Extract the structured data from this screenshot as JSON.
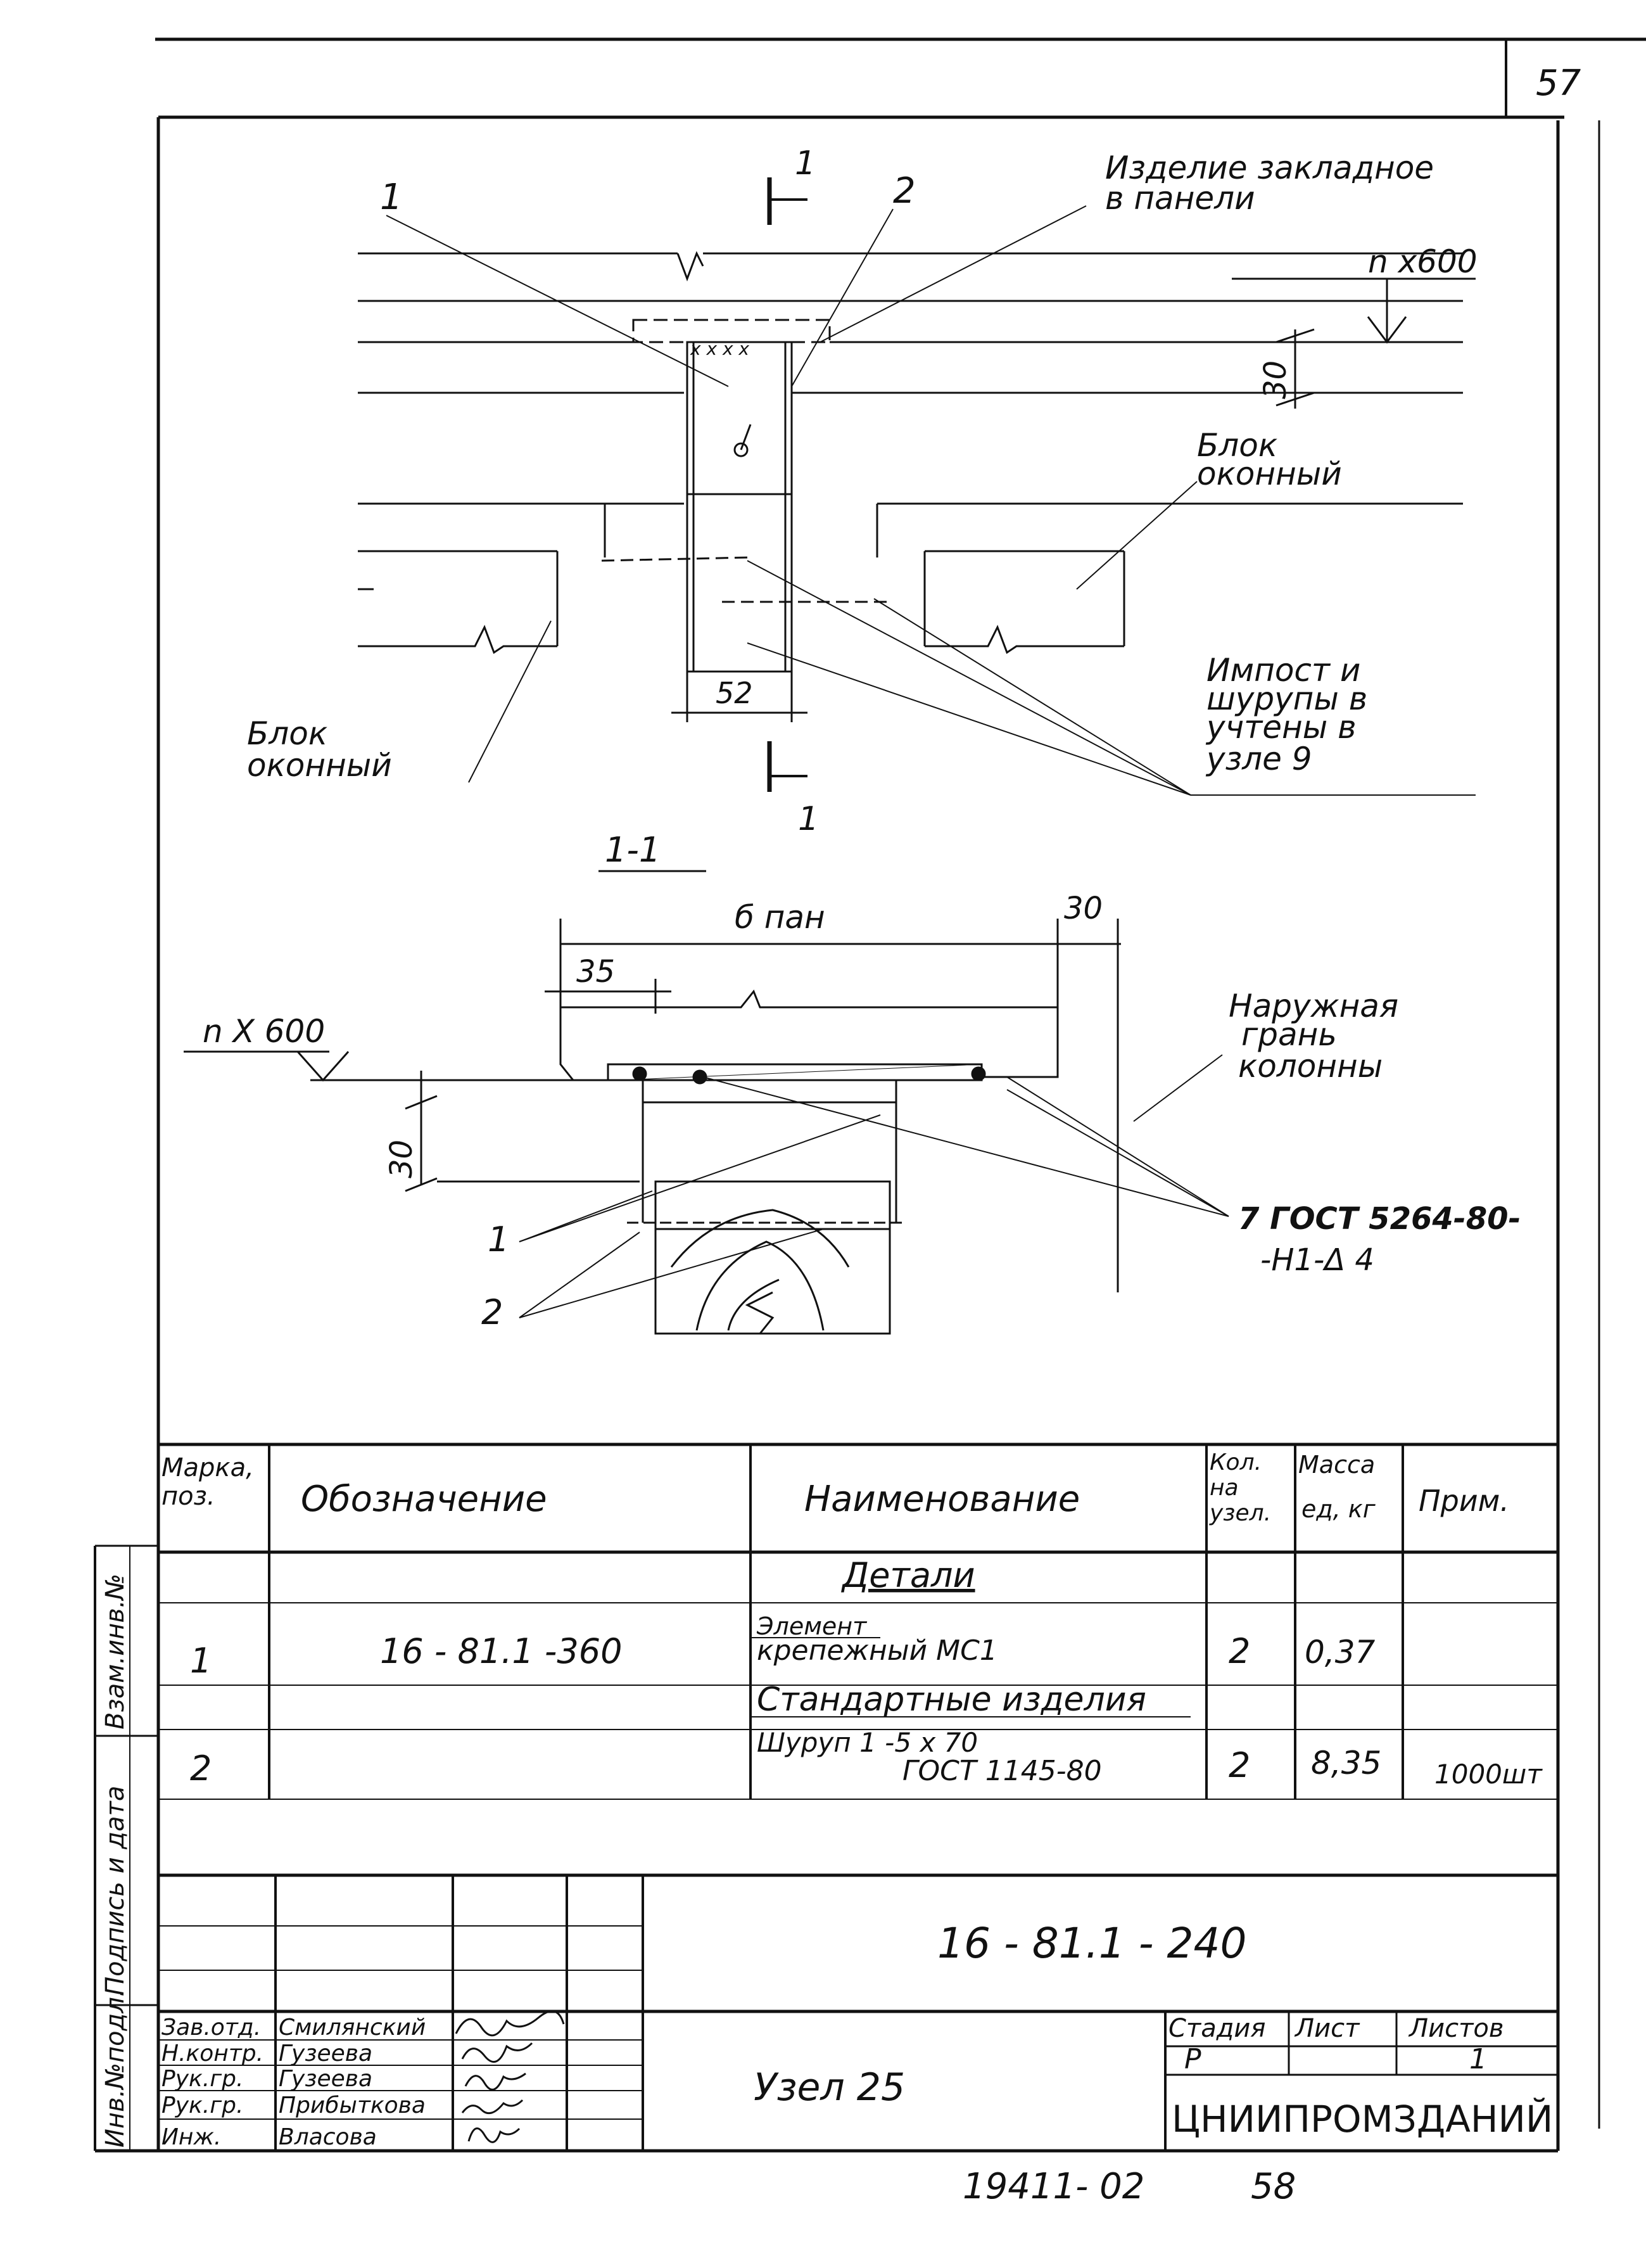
{
  "sheet": {
    "page_number": "57",
    "bottom_code": "19411- 02",
    "bottom_page": "58"
  },
  "plan": {
    "label_1": "1",
    "label_2": "2",
    "section_mark_top": "1",
    "section_mark_bottom": "1",
    "embedded_part_line1": "Изделие закладное",
    "embedded_part_line2": "в панели",
    "grid_label": "n x600",
    "dim_30": "30",
    "dim_52": "52",
    "window_block_right_line1": "Блок",
    "window_block_right_line2": "оконный",
    "window_block_left_line1": "Блок",
    "window_block_left_line2": "оконный",
    "note_line1": "Импост и",
    "note_line2": "шурупы в",
    "note_line3": "учтены в",
    "note_line4": "узле 9"
  },
  "section": {
    "title": "1-1",
    "dim_b_pan": "б пан",
    "dim_30_top": "30",
    "dim_35": "35",
    "grid_label": "n X 600",
    "dim_30_left": "30",
    "label_1": "1",
    "label_2": "2",
    "outer_face_line1": "Наружная",
    "outer_face_line2": "грань",
    "outer_face_line3": "колонны",
    "weld_line1": "7 ГОСТ 5264-80-",
    "weld_line2": "-Н1-Δ 4"
  },
  "spec_table": {
    "headers": {
      "mark": "Марка, поз.",
      "designation": "Обозначение",
      "name": "Наименование",
      "qty": "Кол. на узел.",
      "mass": "Масса ед, кг",
      "note": "Прим."
    },
    "section_details": "Детали",
    "row1": {
      "pos": "1",
      "designation": "16 - 81.1 -360",
      "name_line1": "Элемент",
      "name_line2": "крепежный МС1",
      "qty": "2",
      "mass": "0,37",
      "note": ""
    },
    "section_standard": "Стандартные изделия",
    "row2": {
      "pos": "2",
      "designation": "",
      "name_line1": "Шуруп 1 -5 x 70",
      "name_line2": "ГОСТ 1145-80",
      "qty": "2",
      "mass": "8,35",
      "note": "1000шт"
    }
  },
  "title_block": {
    "document_code": "16 - 81.1 - 240",
    "drawing_title": "Узел 25",
    "stage_header": "Стадия",
    "sheet_header": "Лист",
    "sheets_header": "Листов",
    "stage": "Р",
    "sheet": "",
    "sheets": "1",
    "organization": "ЦНИИПРОМЗДАНИЙ",
    "signatures": [
      {
        "role": "Зав.отд.",
        "name": "Смилянский"
      },
      {
        "role": "Н.контр.",
        "name": "Гузеева"
      },
      {
        "role": "Рук.гр.",
        "name": "Гузеева"
      },
      {
        "role": "Рук.гр.",
        "name": "Прибыткова"
      },
      {
        "role": "Инж.",
        "name": "Власова"
      }
    ]
  },
  "side_strip": {
    "inv_orig": "Инв.№подл.",
    "sign_date": "Подпись и дата",
    "replace_inv": "Взам.инв.№"
  }
}
